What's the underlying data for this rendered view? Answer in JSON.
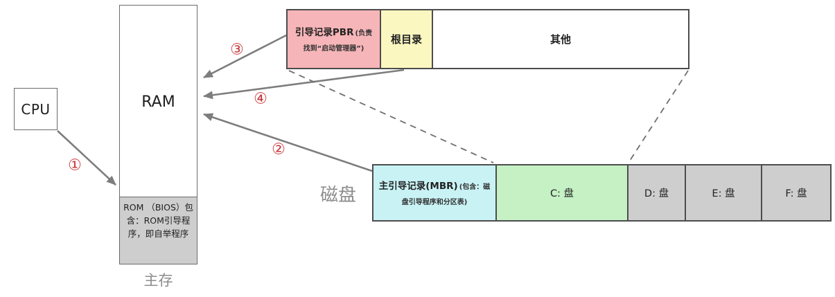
{
  "diagram": {
    "cpu": "CPU",
    "ram": "RAM",
    "rom_bios": "ROM （BIOS）包含：ROM引导程序，即自举程序",
    "main_memory_caption": "主存",
    "disk_caption": "磁盘"
  },
  "partition_detail_bar": {
    "sections": [
      {
        "name": "pbr",
        "title": "引导记录PBR",
        "note": "(负责找到“启动管理器”)",
        "color": "#f6b5b8"
      },
      {
        "name": "root_directory",
        "title": "根目录",
        "note": "",
        "color": "#fbf7c0"
      },
      {
        "name": "other",
        "title": "其他",
        "note": "",
        "color": "#ffffff"
      }
    ]
  },
  "disk_bar": {
    "sections": [
      {
        "name": "mbr",
        "title": "主引导记录(MBR)",
        "note": "(包含：磁盘引导程序和分区表)",
        "color": "#c9f2f5"
      },
      {
        "name": "c_drive",
        "title": "C: 盘",
        "note": "",
        "color": "#c5f1c4"
      },
      {
        "name": "d_drive",
        "title": "D: 盘",
        "note": "",
        "color": "#cecece"
      },
      {
        "name": "e_drive",
        "title": "E: 盘",
        "note": "",
        "color": "#cecece"
      },
      {
        "name": "f_drive",
        "title": "F: 盘",
        "note": "",
        "color": "#cecece"
      }
    ]
  },
  "steps": [
    {
      "label": "①"
    },
    {
      "label": "②"
    },
    {
      "label": "③"
    },
    {
      "label": "④"
    }
  ],
  "colors": {
    "arrow": "#7d7d7d",
    "dashed_line": "#6e6e6e",
    "step_number": "#ca3a3e",
    "caption_gray": "#8c8c8c",
    "border": "#4c4c4c"
  }
}
